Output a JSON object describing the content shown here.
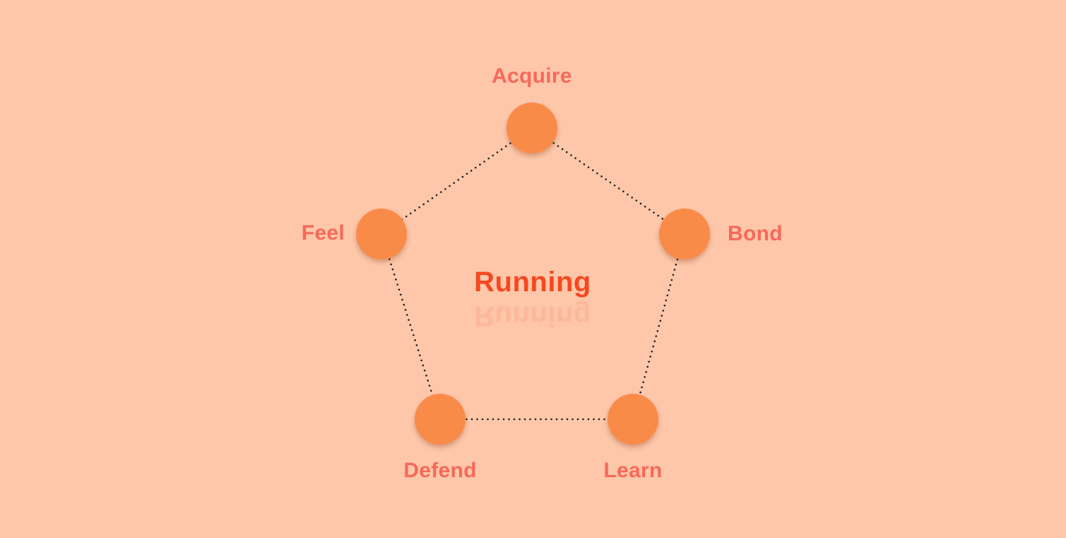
{
  "diagram": {
    "type": "pentagon-node-graph",
    "center": {
      "label": "Running"
    },
    "nodes": [
      {
        "id": "acquire",
        "label": "Acquire",
        "position": "top"
      },
      {
        "id": "feel",
        "label": "Feel",
        "position": "upper-left"
      },
      {
        "id": "bond",
        "label": "Bond",
        "position": "upper-right"
      },
      {
        "id": "defend",
        "label": "Defend",
        "position": "lower-left"
      },
      {
        "id": "learn",
        "label": "Learn",
        "position": "lower-right"
      }
    ],
    "edges": [
      {
        "from": "acquire",
        "to": "feel"
      },
      {
        "from": "acquire",
        "to": "bond"
      },
      {
        "from": "feel",
        "to": "defend"
      },
      {
        "from": "bond",
        "to": "learn"
      },
      {
        "from": "defend",
        "to": "learn"
      }
    ],
    "edge_style": "dotted"
  },
  "colors": {
    "background": "#fec7aa",
    "node_fill": "#f98b49",
    "label": "#f7695a",
    "center_label": "#f5481f",
    "edge_dots": "#1c1c1c"
  }
}
